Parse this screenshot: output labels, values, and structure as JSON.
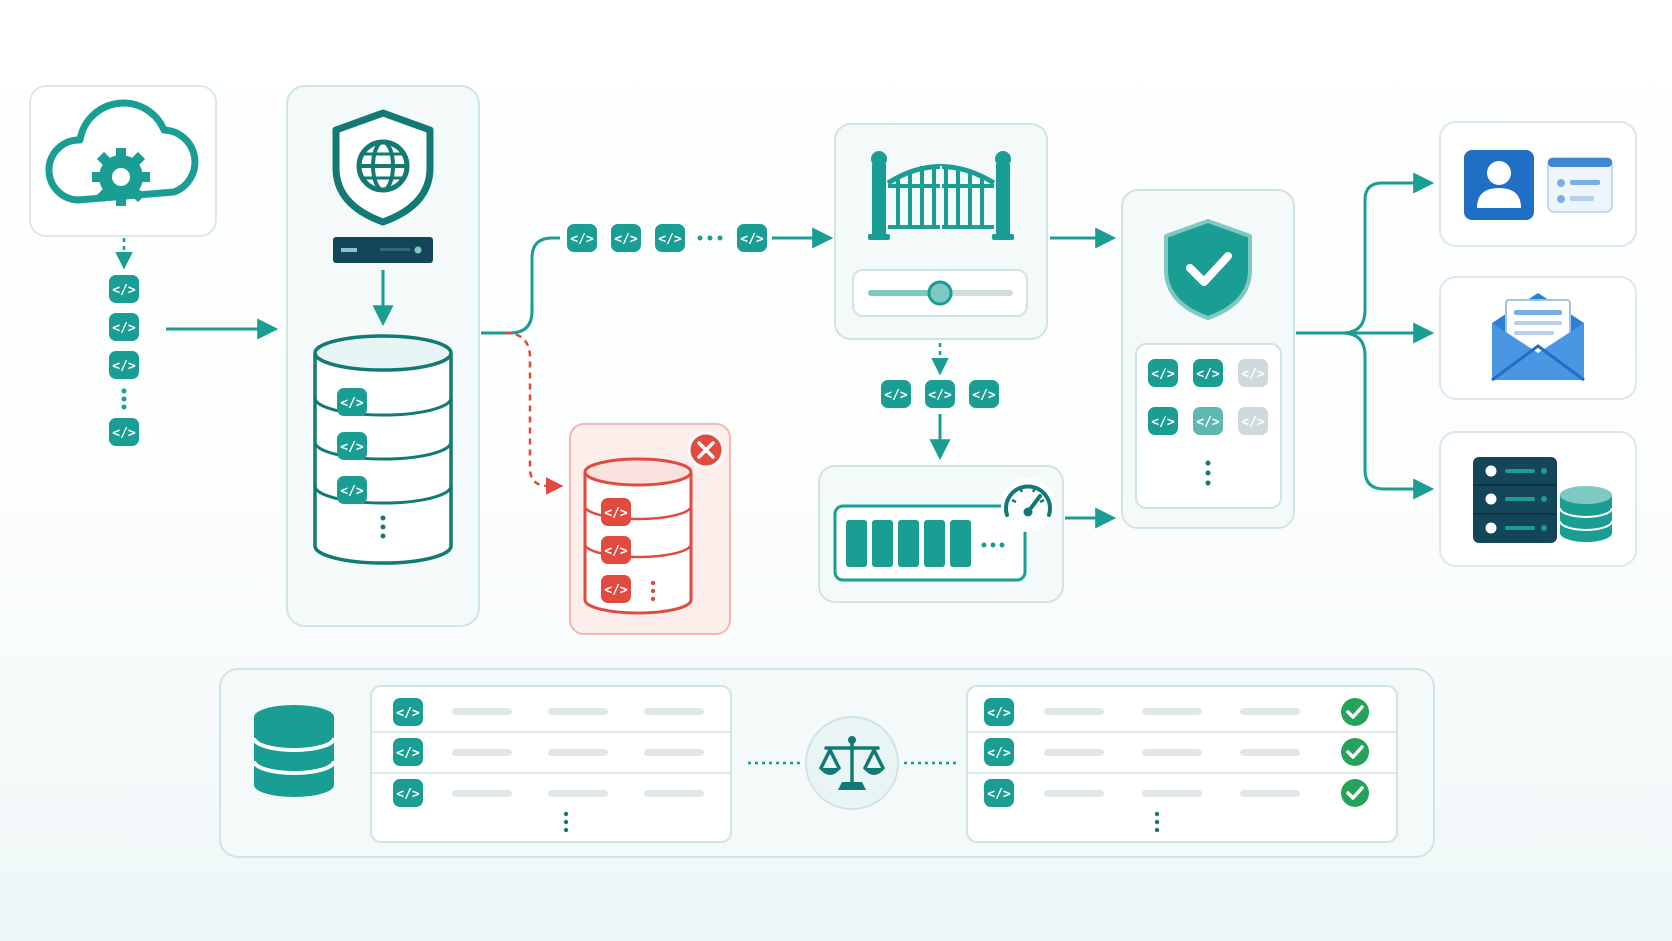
{
  "colors": {
    "teal": "#1a9e94",
    "teal_dark": "#127a73",
    "teal_light": "#7fc9c3",
    "panel_border": "#cfe5e3",
    "panel_fill": "#f4fafa",
    "red": "#e04a3f",
    "red_fill": "#fdeeec",
    "green": "#25a35a",
    "blue": "#1f6fc5",
    "navy": "#14465a",
    "gray": "#cfd8da"
  },
  "icons": {
    "source": "cloud-gear-icon",
    "gateway": "shield-globe-icon",
    "server": "server-bar-icon",
    "queue_db": "database-icon",
    "dead_letter_db": "database-error-icon",
    "gate": "gate-icon",
    "throttle": "slider-icon",
    "rate": "speedometer-icon",
    "validator": "shield-check-icon",
    "fairness": "balance-scale-icon",
    "outputs": [
      "user-profile-icon",
      "email-icon",
      "server-storage-icon"
    ]
  },
  "dead_letter_badge": "close-icon",
  "validated_row_status": [
    "check",
    "check",
    "check"
  ],
  "validator_grid": [
    "active",
    "active",
    "muted",
    "active",
    "faded",
    "muted"
  ]
}
